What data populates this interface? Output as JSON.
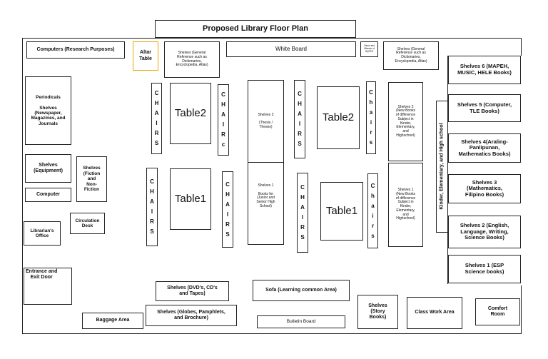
{
  "title": "Proposed Library Floor Plan",
  "labels": {
    "computers": "Computers (Research Purposes)",
    "altar": "Altar\nTable",
    "shelves_ref_left": "Shelves (General\nReference such as\nDictionaries,\nEncyclopedia, Atlas)",
    "white_board": "White Board",
    "vision_mission": "Vision and\nMission of\nNQTES",
    "shelves_ref_right": "Shelves (General\nReference such as\nDictionaries,\nEncyclopedia, Atlas)",
    "periodicals": "Periodicals\n\nShelves\n(Newspaper,\nMagazines, and\nJournals",
    "shelves_equipment": "Shelves\n(Equipment)",
    "shelves_fiction": "Shelves\n(Fiction\nand\nNon-\nFiction",
    "computer": "Computer",
    "circulation": "Circulation\nDesk",
    "librarian": "Librarian's\nOffice",
    "entrance": "Entrance and\nExit Door",
    "table2_left": "Table2",
    "table1_left": "Table1",
    "table2_right": "Table2",
    "table1_right": "Table1",
    "shelves2_theses": "Shelves 2\n\n(Thesis /\nTheses)",
    "shelves1_books": "Shelves 1\n\nBooks for\n(Junior and\nSenior High\nSchool)",
    "shelves2_diff": "Shelves 2\n(New Books\nof difference\nSubject in\nKinder,\nElementary,\nand\nHighschool)",
    "shelves1_diff": "Shelves 1\n(New Books\nof difference\nSubject in\nKinder,\nElementary,\nand\nHighschool)",
    "kinder_label": "Kinder, Elementary, and High school",
    "shelves6": "Shelves 6 (MAPEH,\nMUSIC, HELE Books)",
    "shelves5": "Shelves 5 (Computer,\nTLE Books)",
    "shelves4": "Shelves 4(Araling-\nPanlipunan,\nMathematics Books)",
    "shelves3": "Shelves 3\n(Mathematics,\nFilipino Books)",
    "shelves2r": "Shelves 2 (English,\nLanguage, Writing,\nScience Books)",
    "shelves1r": "Shelves 1 (ESP\nScience books)",
    "shelves_dvd": "Shelves (DVD's, CD's\nand Tapes)",
    "shelves_globes": "Shelves (Globes, Pamphlets,\nand Brochure)",
    "sofa": "Sofa (Learning common Area)",
    "bulletin": "Bulletin Board",
    "baggage": "Baggage Area",
    "story_books": "Shelves\n(Story\nBooks)",
    "class_work": "Class Work Area",
    "comfort": "Comfort\nRoom"
  },
  "chairs_upper": [
    "C",
    "H",
    "A",
    "I",
    "R",
    "S"
  ],
  "chairs_lower": [
    "C",
    "H",
    "A",
    "I",
    "R",
    "S"
  ],
  "chairs_mixed": [
    "C",
    "H",
    "A",
    "I",
    "R",
    "c"
  ],
  "chairs_small": [
    "C",
    "h",
    "a",
    "i",
    "r",
    "s"
  ]
}
